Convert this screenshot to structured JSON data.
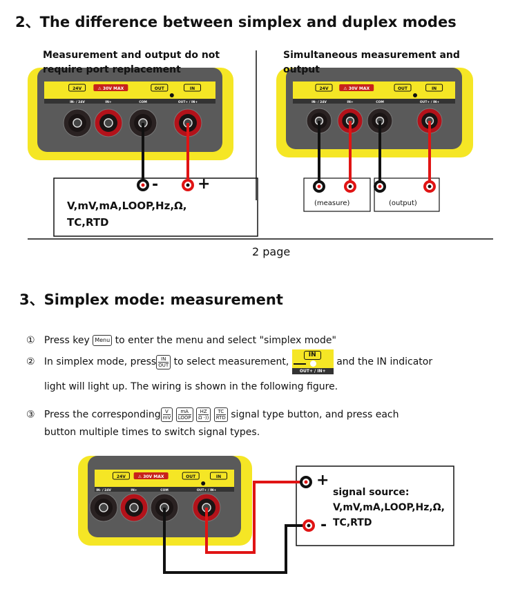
{
  "section2": {
    "title": "2、The difference between simplex and duplex modes",
    "left_caption_line1": "Measurement and output do not",
    "left_caption_line2": "require port replacement",
    "right_caption_line1": "Simultaneous measurement and",
    "right_caption_line2": "output",
    "left_box_line1": "V,mV,mA,LOOP,Hz,Ω,",
    "left_box_line2": "TC,RTD",
    "minus": "-",
    "plus": "+",
    "measure_label": "(measure)",
    "output_label": "(output)"
  },
  "page_label": "2 page",
  "section3": {
    "title": "3、Simplex mode: measurement",
    "steps": [
      {
        "num": "①",
        "before": "Press key",
        "key": "Menu",
        "after": "to enter the menu and select \"simplex mode\""
      },
      {
        "num": "②",
        "before": "In simplex mode, press",
        "key_top": "IN",
        "key_bottom": "OUT",
        "middle": "to select measurement,",
        "indicator": "IN",
        "indicator_port": "OUT+ / IN+",
        "after": "and the IN indicator",
        "line2": "light will light up. The wiring is shown in the following figure."
      },
      {
        "num": "③",
        "before": "Press the corresponding",
        "keys": [
          {
            "top": "V",
            "bottom": "mV"
          },
          {
            "top": "mA",
            "bottom": "LOOP"
          },
          {
            "top": "HZ",
            "bottom": "Ω ·))"
          },
          {
            "top": "TC",
            "bottom": "RTD"
          }
        ],
        "after": "signal type button, and press each",
        "line2": "button multiple times to switch signal types."
      }
    ],
    "source_line1": "signal source:",
    "source_line2": "V,mV,mA,LOOP,Hz,Ω,",
    "source_line3": "TC,RTD",
    "plus": "+",
    "minus": "-"
  },
  "device": {
    "labels": [
      "24V",
      "30V MAX",
      "OUT",
      "IN"
    ],
    "ports": [
      "IN- / 24V",
      "IN+",
      "COM",
      "OUT+ / IN+"
    ],
    "colors": {
      "yellow": "#f5e625",
      "panel": "#5a5a5a",
      "red": "#e01414",
      "black": "#111111"
    }
  }
}
